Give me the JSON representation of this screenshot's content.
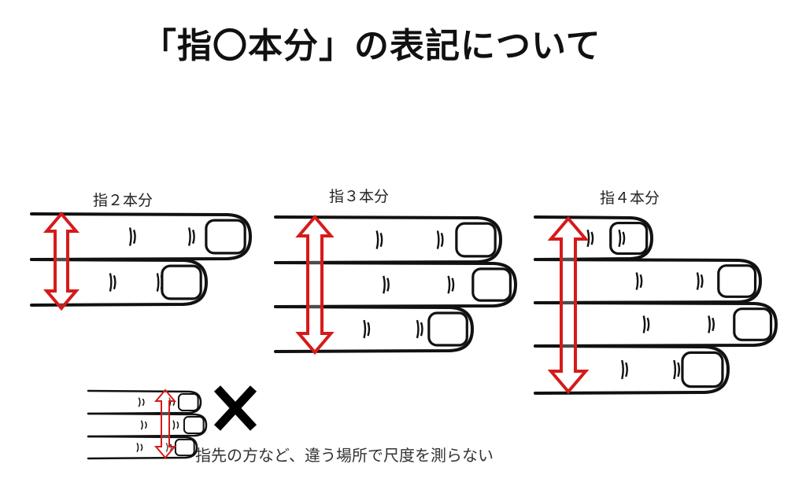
{
  "title": "「指〇本分」の表記について",
  "figures": [
    {
      "label": "指２本分",
      "fingers": 2
    },
    {
      "label": "指３本分",
      "fingers": 3
    },
    {
      "label": "指４本分",
      "fingers": 4
    }
  ],
  "wrong_example": {
    "mark": "✕",
    "note": "指先の方など、違う場所で尺度を測らない"
  },
  "colors": {
    "arrow": "#d61a1a",
    "ink": "#111111"
  }
}
